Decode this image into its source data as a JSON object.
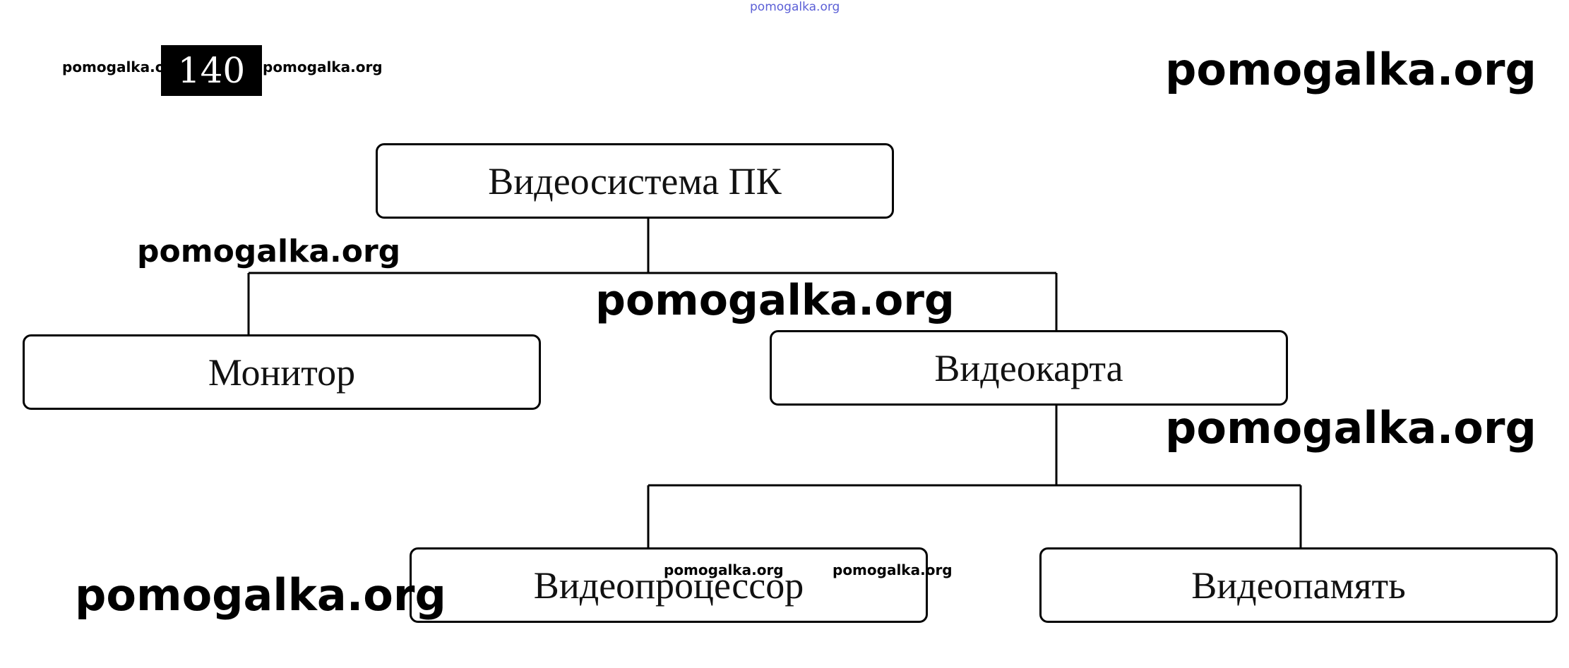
{
  "page_number": "140",
  "watermark_text": "pomogalka.org",
  "diagram": {
    "root": "Видеосистема ПК",
    "level1": [
      "Монитор",
      "Видеокарта"
    ],
    "level2": [
      "Видеопроцессор",
      "Видеопамять"
    ]
  },
  "edges": [
    [
      "Видеосистема ПК",
      "Монитор"
    ],
    [
      "Видеосистема ПК",
      "Видеокарта"
    ],
    [
      "Видеокарта",
      "Видеопроцессор"
    ],
    [
      "Видеокарта",
      "Видеопамять"
    ]
  ]
}
